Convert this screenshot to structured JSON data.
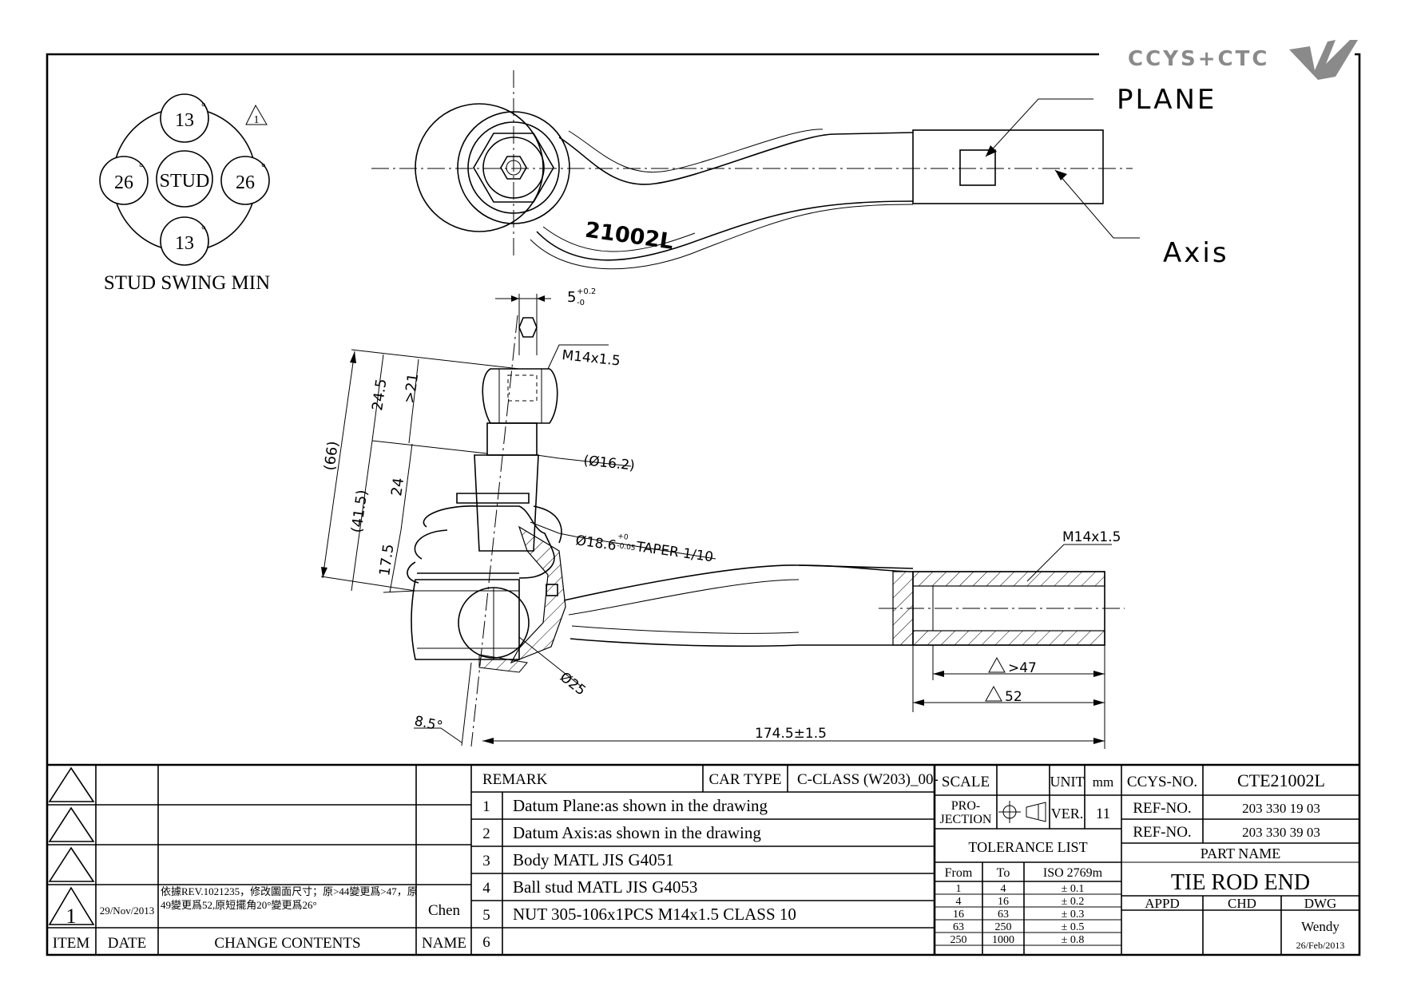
{
  "logo": {
    "text": "CCYS+CTC"
  },
  "stud_swing": {
    "center_label": "STUD",
    "top": "13",
    "bottom": "13",
    "left": "26",
    "right": "26",
    "degree_mark": "°",
    "caption": "STUD SWING MIN",
    "revision_mark": "1"
  },
  "labels": {
    "plane": "PLANE",
    "axis": "Axis",
    "part_marking": "21002L"
  },
  "dimensions": {
    "hex_width": "5",
    "hex_width_tol_upper": "+0.2",
    "hex_width_tol_lower": "-0",
    "thread_stud": "M14x1.5",
    "thread_tube": "M14x1.5",
    "d_66": "(66)",
    "d_24_5": "24.5",
    "d_21": ">21",
    "d_41_5": "(41.5)",
    "d_24": "24",
    "d_17_5": "17.5",
    "d_16_2": "(Ø16.2)",
    "taper_dia": "Ø18.6",
    "taper_tol_upper": "+0",
    "taper_tol_lower": "-0.05",
    "taper_text": "TAPER 1/10",
    "ball_dia": "Ø25",
    "angle": "8.5°",
    "thread_depth": ">47",
    "tube_length": "52",
    "overall_length": "174.5±1.5"
  },
  "revision_table": {
    "rows": [
      {
        "item": "",
        "date": "",
        "content": "",
        "name": ""
      },
      {
        "item": "",
        "date": "",
        "content": "",
        "name": ""
      },
      {
        "item": "",
        "date": "",
        "content": "",
        "name": ""
      },
      {
        "item": "1",
        "date": "29/Nov/2013",
        "content_line1": "依據REV.1021235，修改圖面尺寸；原>44變更爲>47，原",
        "content_line2": "49變更爲52,原短擺角20°變更爲26°",
        "name": "Chen"
      }
    ],
    "header": {
      "item": "ITEM",
      "date": "DATE",
      "content": "CHANGE CONTENTS",
      "name": "NAME"
    }
  },
  "remarks": {
    "header": "REMARK",
    "car_type_label": "CAR TYPE",
    "car_type_value": "C-CLASS (W203)_00-",
    "items": [
      {
        "no": "1",
        "text": "Datum Plane:as shown in the drawing"
      },
      {
        "no": "2",
        "text": "Datum Axis:as shown in the drawing"
      },
      {
        "no": "3",
        "text": "Body MATL JIS G4051"
      },
      {
        "no": "4",
        "text": "Ball stud MATL JIS G4053"
      },
      {
        "no": "5",
        "text": "NUT 305-106x1PCS M14x1.5 CLASS 10"
      },
      {
        "no": "6",
        "text": ""
      }
    ]
  },
  "title_block": {
    "scale_label": "SCALE",
    "scale_value": "",
    "unit_label": "UNIT",
    "unit_value": "mm",
    "projection_label_1": "PRO-",
    "projection_label_2": "JECTION",
    "ver_label": "VER.",
    "ver_value": "11",
    "ccys_label": "CCYS-NO.",
    "ccys_value": "CTE21002L",
    "ref1_label": "REF-NO.",
    "ref1_value": "203 330 19 03",
    "ref2_label": "REF-NO.",
    "ref2_value": "203 330 39 03",
    "part_name_label": "PART NAME",
    "part_name_value": "TIE ROD END",
    "appd_label": "APPD",
    "chd_label": "CHD",
    "dwg_label": "DWG",
    "dwg_name": "Wendy",
    "dwg_date": "26/Feb/2013"
  },
  "tolerance_list": {
    "title": "TOLERANCE LIST",
    "header": {
      "from": "From",
      "to": "To",
      "std": "ISO 2769m"
    },
    "rows": [
      {
        "from": "1",
        "to": "4",
        "tol": "± 0.1"
      },
      {
        "from": "4",
        "to": "16",
        "tol": "± 0.2"
      },
      {
        "from": "16",
        "to": "63",
        "tol": "± 0.3"
      },
      {
        "from": "63",
        "to": "250",
        "tol": "± 0.5"
      },
      {
        "from": "250",
        "to": "1000",
        "tol": "± 0.8"
      }
    ]
  }
}
